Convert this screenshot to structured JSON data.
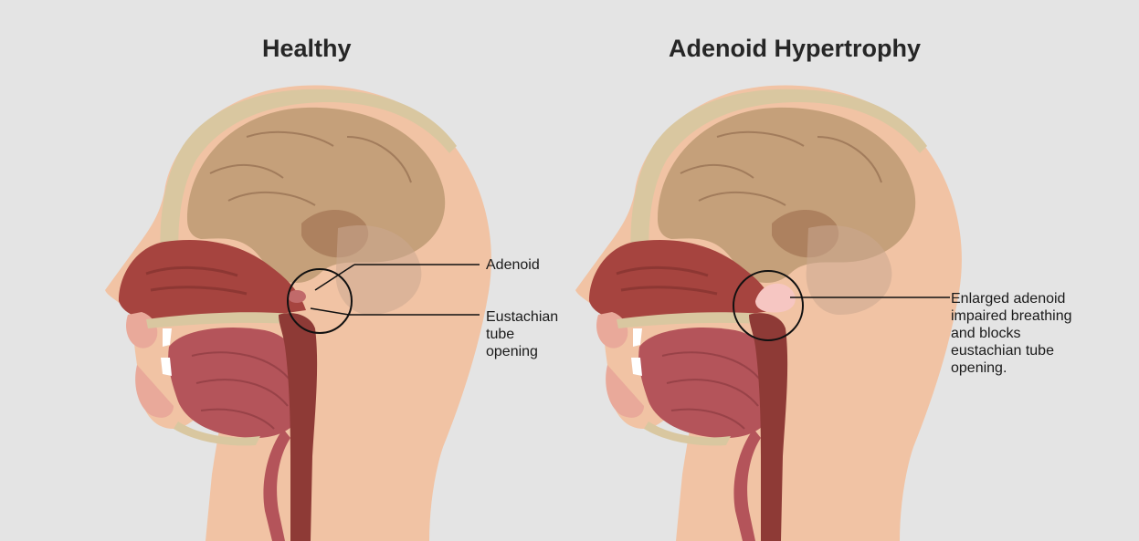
{
  "panels": {
    "healthy": {
      "title": "Healthy"
    },
    "hypertrophy": {
      "title": "Adenoid Hypertrophy"
    }
  },
  "labels": {
    "adenoid": "Adenoid",
    "eustachian": [
      "Eustachian",
      "tube",
      "opening"
    ],
    "enlarged": [
      "Enlarged adenoid",
      "impaired breathing",
      "and blocks",
      "eustachian tube",
      "opening."
    ]
  },
  "colors": {
    "background": "#e4e4e4",
    "skin": "#f1c3a4",
    "skull_bone": "#d9c7a0",
    "brain": "#c29e78",
    "nasal_cavity": "#a6443f",
    "airway": "#8e3a36",
    "enlarged_adenoid": "#f6c6c2"
  }
}
